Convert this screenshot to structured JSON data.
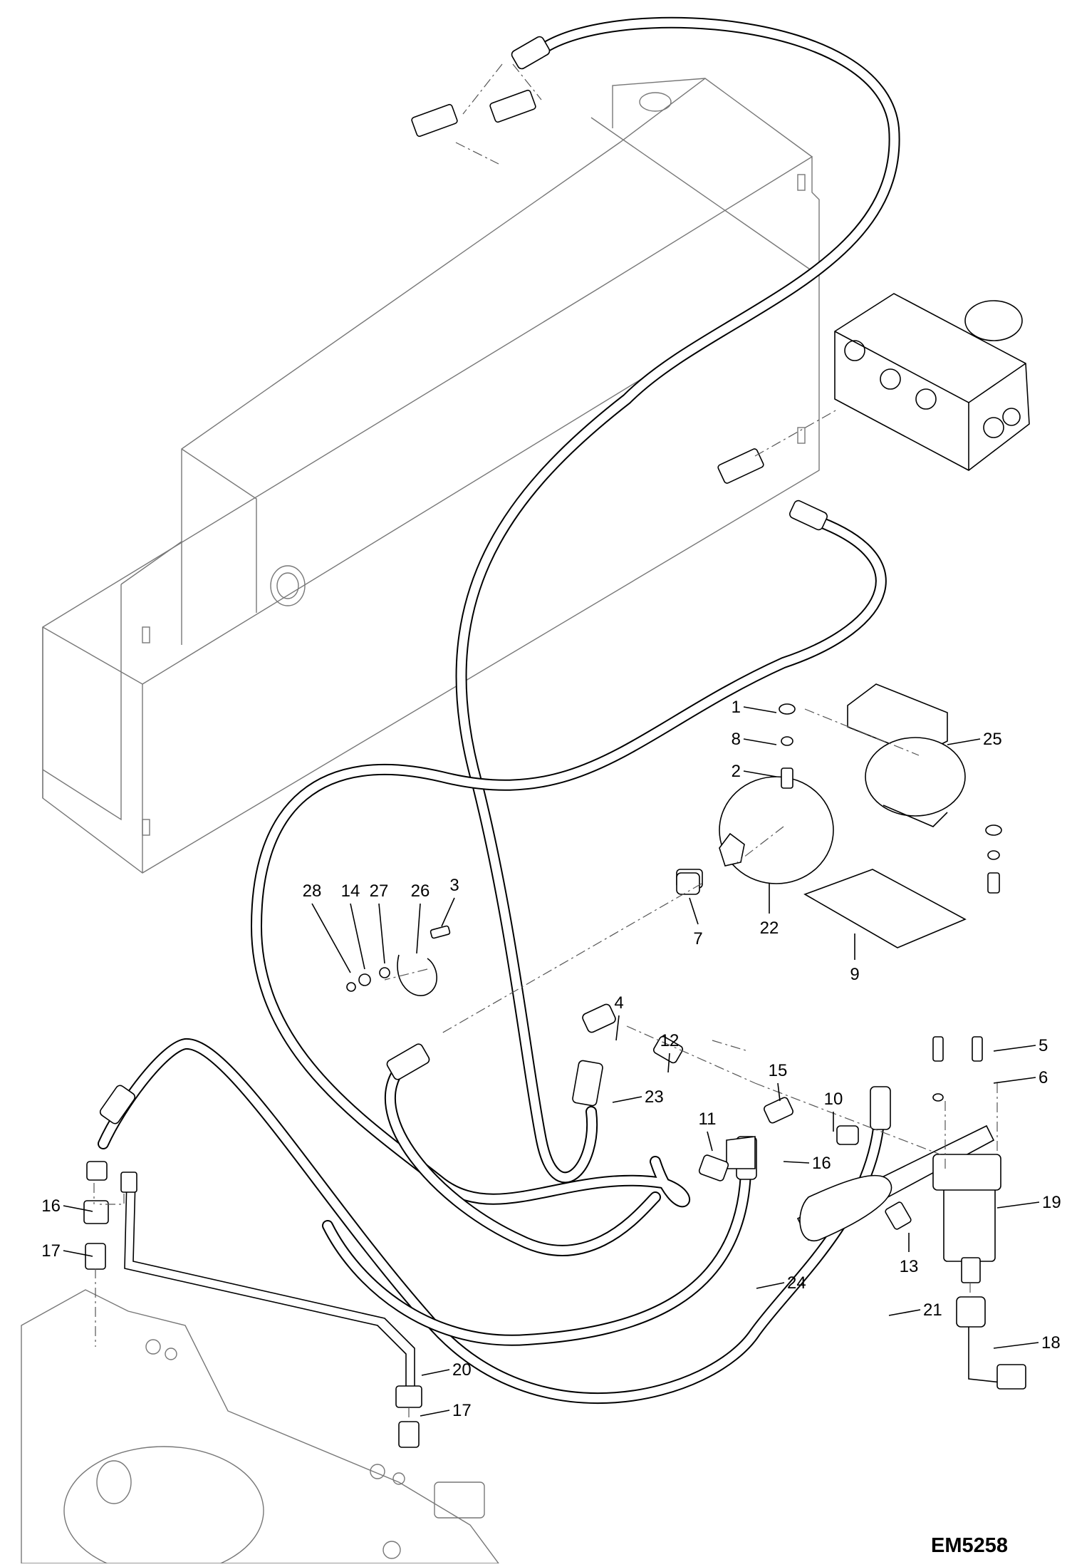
{
  "drawing_code": "EM5258",
  "callouts": [
    {
      "id": "1"
    },
    {
      "id": "8"
    },
    {
      "id": "2"
    },
    {
      "id": "25"
    },
    {
      "id": "28"
    },
    {
      "id": "14"
    },
    {
      "id": "27"
    },
    {
      "id": "26"
    },
    {
      "id": "3"
    },
    {
      "id": "7"
    },
    {
      "id": "22"
    },
    {
      "id": "9"
    },
    {
      "id": "4"
    },
    {
      "id": "12"
    },
    {
      "id": "5"
    },
    {
      "id": "6"
    },
    {
      "id": "15"
    },
    {
      "id": "10"
    },
    {
      "id": "23"
    },
    {
      "id": "11"
    },
    {
      "id": "16"
    },
    {
      "id": "19"
    },
    {
      "id": "16"
    },
    {
      "id": "13"
    },
    {
      "id": "17"
    },
    {
      "id": "24"
    },
    {
      "id": "21"
    },
    {
      "id": "18"
    },
    {
      "id": "20"
    },
    {
      "id": "17"
    }
  ]
}
